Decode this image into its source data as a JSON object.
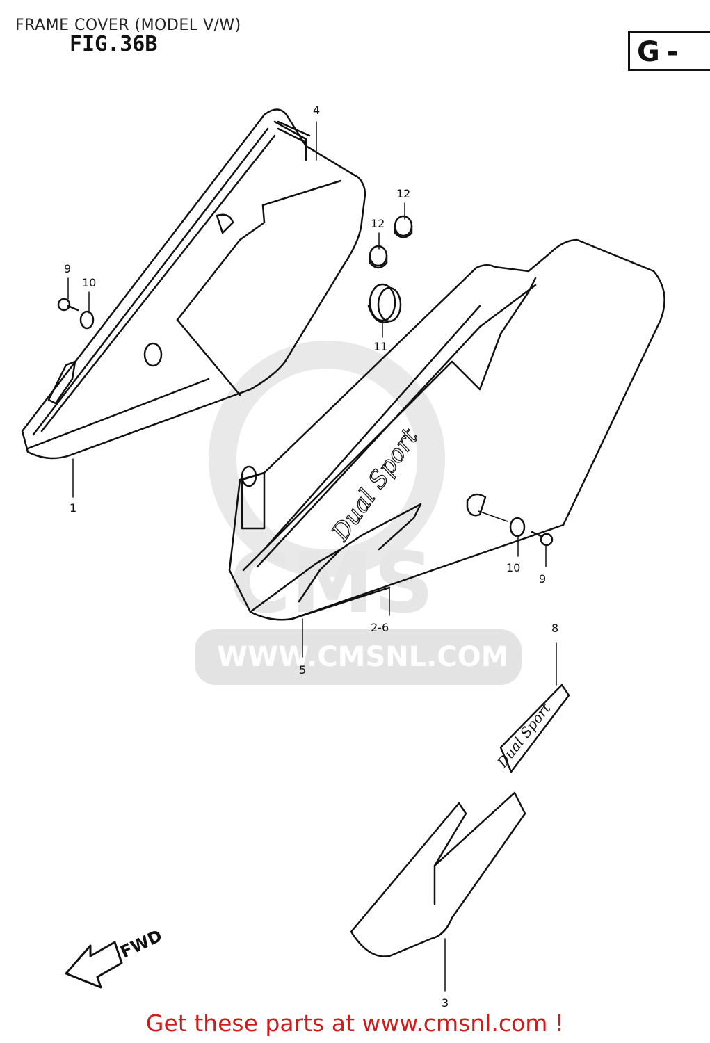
{
  "header": {
    "title": "FRAME COVER (MODEL V/W)",
    "fig_number": "FIG.36B",
    "group_code": "G-"
  },
  "callouts": [
    "1",
    "2-6",
    "3",
    "4",
    "5",
    "8",
    "9",
    "10",
    "11",
    "12"
  ],
  "part_marks": {
    "logo_text": "Dual Sport",
    "direction": "FWD"
  },
  "watermark": {
    "logo": "CMS",
    "url": "WWW.CMSNL.COM"
  },
  "footer": {
    "promo_text": "Get these parts at www.cmsnl.com !"
  },
  "colors": {
    "line": "#111111",
    "promo": "#d11a1a",
    "watermark": "#e6e6e6"
  }
}
